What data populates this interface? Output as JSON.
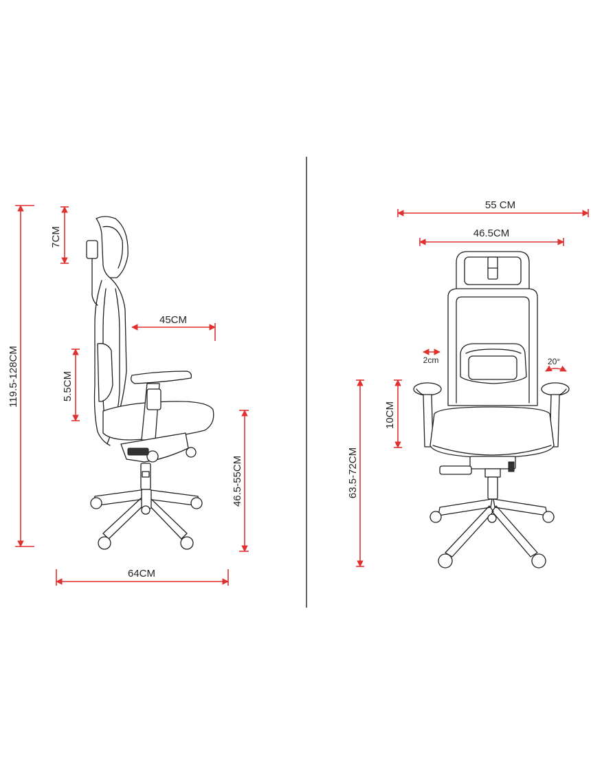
{
  "diagram": {
    "colors": {
      "dimension_line": "#e03030",
      "drawing": "#1e1e1e",
      "background": "#ffffff"
    },
    "side_view": {
      "total_height": "119.5-128CM",
      "headrest_travel": "7CM",
      "depth_seat": "45CM",
      "armrest_travel": "5.5CM",
      "seat_height": "46.5-55CM",
      "base_depth": "64CM"
    },
    "front_view": {
      "overall_width": "55 CM",
      "seat_width": "46.5CM",
      "armrest_slide": "2cm",
      "armrest_rotate": "20°",
      "armrest_height_travel": "10CM",
      "armrest_height": "63.5-72CM"
    }
  }
}
